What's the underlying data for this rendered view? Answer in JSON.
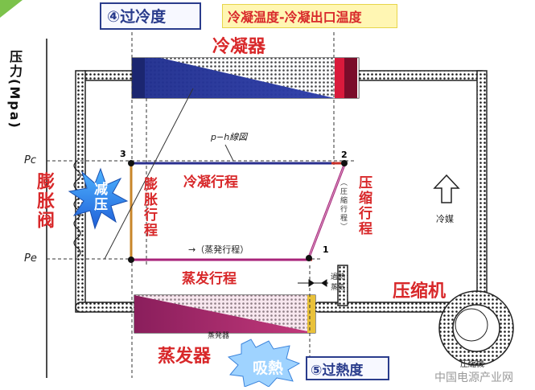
{
  "labels": {
    "subcool_box": "④过冷度",
    "cond_temp_box": "冷凝温度-冷凝出口温度",
    "condenser": "冷凝器",
    "y_axis": "压力(Mpa)",
    "pc": "Pc",
    "pe": "Pe",
    "expansion_valve": "膨胀阀",
    "decompress": "减压",
    "ph_title": "p−h線図",
    "pt1": "1",
    "pt2": "2",
    "pt3": "3",
    "condensing_process": "冷凝行程",
    "expansion_process": "膨胀行程",
    "compression_process": "压缩行程",
    "compression_jp": "（圧縮行程）",
    "evaporation_jp": "→（蒸発行程）",
    "evaporation_process": "蒸发行程",
    "superheat_small1": "過熱",
    "superheat_small2": "蒸気",
    "refrigerant": "冷媒",
    "compressor": "压缩机",
    "evaporator": "蒸发器",
    "evap_jp": "蒸発器",
    "absorb_heat": "吸熱",
    "superheat_box": "⑤过熱度",
    "compressor_small": "圧縮機",
    "watermark": "中国电源产业网"
  },
  "colors": {
    "accent_red": "#d8282a",
    "condenser_blue": "#2a2f8f",
    "evaporator_purple": "#a8247a",
    "pipe_dots": "#1a1a1a"
  }
}
